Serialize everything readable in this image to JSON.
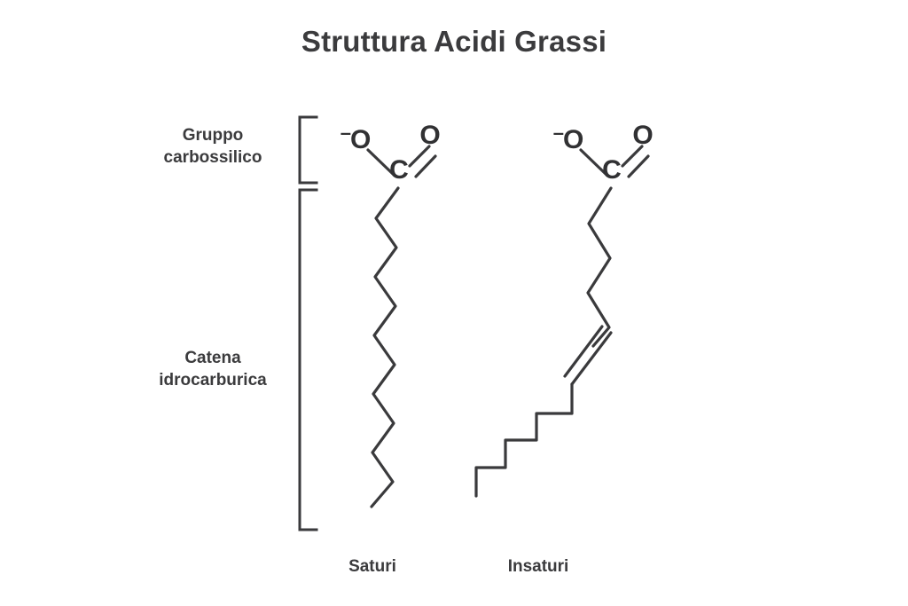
{
  "title": "Struttura Acidi Grassi",
  "colors": {
    "ink": "#3b3b3d",
    "stroke": "#3a3a3c",
    "background": "#ffffff"
  },
  "labels": {
    "carboxyl_line1": "Gruppo",
    "carboxyl_line2": "carbossilico",
    "chain_line1": "Catena",
    "chain_line2": "idrocarburica",
    "saturated": "Saturi",
    "unsaturated": "Insaturi"
  },
  "saturated_molecule": {
    "atoms": {
      "oxygen_anion_sign": "–",
      "oxygen_anion": "O",
      "carbon": "C",
      "oxygen_double": "O"
    }
  },
  "unsaturated_molecule": {
    "atoms": {
      "oxygen_anion_sign": "–",
      "oxygen_anion": "O",
      "carbon": "C",
      "oxygen_double": "O"
    }
  },
  "diagram": {
    "bracket_carboxyl": "bracket-top",
    "bracket_chain": "bracket-bottom",
    "saturated_chain_type": "zigzag",
    "unsaturated_chain_type": "zigzag-with-cis-double-bond"
  }
}
